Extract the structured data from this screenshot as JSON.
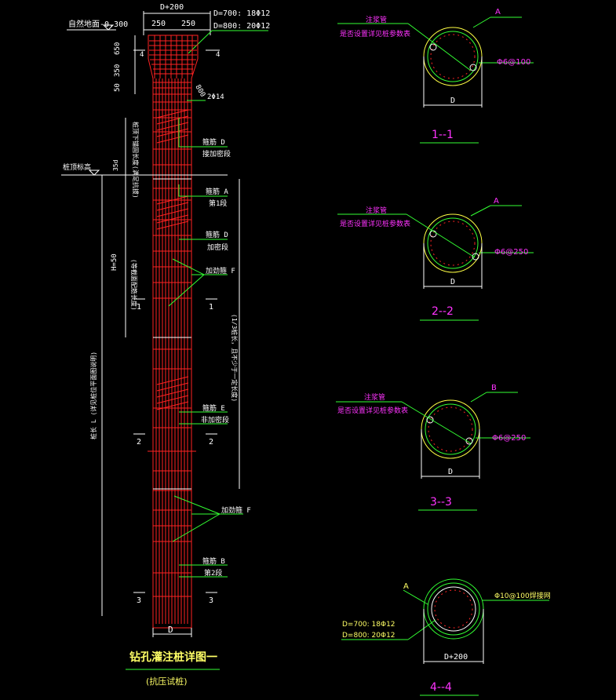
{
  "elevation": {
    "ground": "自然地面-0.300",
    "pile_top": "桩顶标高",
    "h350": "350",
    "h650": "650",
    "h350b": "350",
    "h50": "50",
    "h800": "800",
    "h50d": "H=50",
    "h350d": "35d"
  },
  "top": {
    "d200": "D+200",
    "w250a": "250",
    "w250b": "250",
    "spec1": "D=700: 18Φ12",
    "spec2": "D=800: 20Φ12",
    "mark4a": "4",
    "mark4b": "4",
    "bar2": "2Φ14"
  },
  "labels": {
    "stirrupD1": "箍筋 D",
    "stirrupD1b": "接加密段",
    "stirrupA": "箍筋 A",
    "stirrupA_sub": "第1段",
    "stirrupD2": "箍筋 D",
    "stirrupD2b": "加密段",
    "hoopF1": "加劲箍 F",
    "stirrupE": "箍筋 E",
    "stirrupE_sub": "非加密段",
    "hoopF2": "加劲箍 F",
    "stirrupB": "箍筋 B",
    "stirrupB_sub": "第2段",
    "vert_left1": "桩顶下锚固长度(满足抗拔)",
    "vert_left2": "(等截面配筋长度)",
    "vert_left3": "桩长 L (详见桩位平面图说明)",
    "vert_right": "(1/3桩长，且不少于一定长度)",
    "bottom_d": "D",
    "cut1a": "1",
    "cut1b": "1",
    "cut2a": "2",
    "cut2b": "2",
    "cut3a": "3",
    "cut3b": "3"
  },
  "title": {
    "main": "钻孔灌注桩详图一",
    "sub": "(抗压试桩)"
  },
  "sections": [
    {
      "tag": "注浆管",
      "note": "是否设置详见桩参数表",
      "hoop": "A",
      "spiral": "Φ6@100",
      "dim": "D",
      "name": "1--1"
    },
    {
      "tag": "注浆管",
      "note": "是否设置详见桩参数表",
      "hoop": "A",
      "spiral": "Φ6@250",
      "dim": "D",
      "name": "2--2"
    },
    {
      "tag": "注浆管",
      "note": "是否设置详见桩参数表",
      "hoop": "B",
      "spiral": "Φ6@250",
      "dim": "D",
      "name": "3--3"
    }
  ],
  "section4": {
    "hoop": "A",
    "spec1": "D=700: 18Φ12",
    "spec2": "D=800: 20Φ12",
    "mesh": "Φ10@100焊接网",
    "dim": "D+200",
    "name": "4--4"
  },
  "colors": {
    "background": "#000000",
    "dim_white": "#ffffff",
    "rebar_red": "#ff2222",
    "leader_green": "#33ff33",
    "text_yellow": "#ffff66",
    "section_magenta": "#ff33ff",
    "circle_cyan": "#33ffff"
  }
}
